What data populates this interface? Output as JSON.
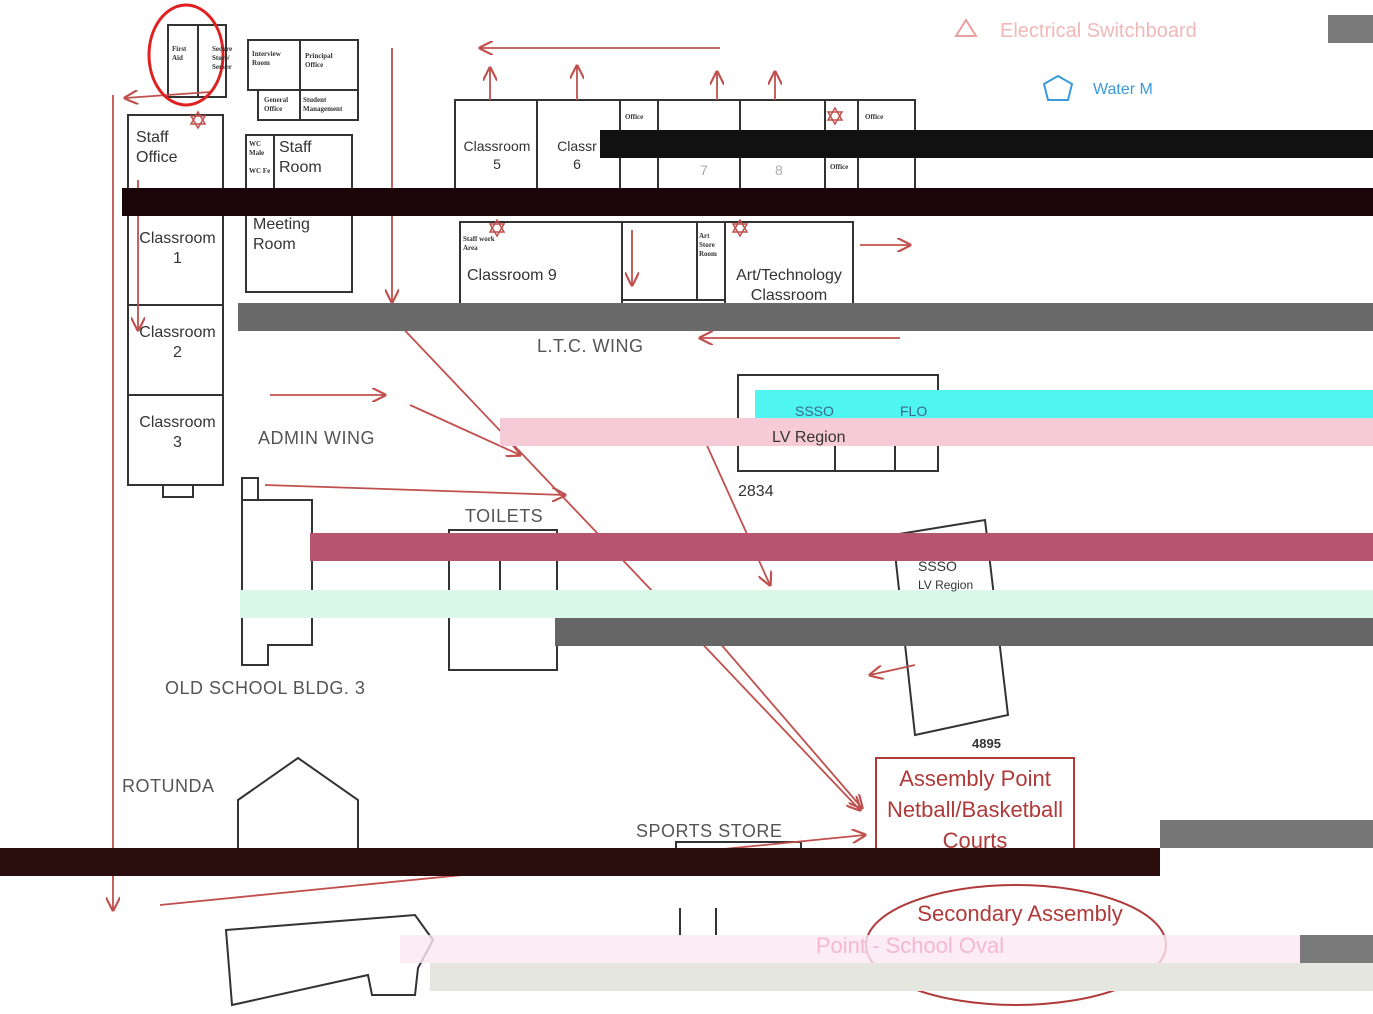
{
  "legend": {
    "electrical": {
      "label": "Electrical Switchboard",
      "color": "#e8a0a0"
    },
    "water": {
      "label": "Water M",
      "color": "#3a9ad9"
    }
  },
  "colors": {
    "route": "#c0504d",
    "wall": "#333333",
    "first_aid_circle": "#e02020",
    "assembly_red": "#b03a3a"
  },
  "rooms": {
    "first_aid": "First Aid",
    "secure_store": "Secure Store/ Server",
    "interview": "Interview Room",
    "principal": "Principal Office",
    "general_office": "General Office",
    "student_mgmt": "Student Management",
    "staff_office": "Staff\nOffice",
    "wc_male": "WC Male",
    "wc_fe": "WC Fe",
    "staff_room": "Staff\nRoom",
    "meeting_room": "Meeting\nRoom",
    "classroom1": "Classroom\n1",
    "classroom2": "Classroom\n2",
    "classroom3": "Classroom\n3",
    "classroom5": "Classroom\n5",
    "classroom6": "Classr\n6",
    "classroom7": "7",
    "classroom8": "8",
    "office1": "Office",
    "office2": "Office",
    "office3": "Office",
    "staff_work": "Staff work Area",
    "classroom9": "Classroom 9",
    "art_store": "Art Store Room",
    "art_tech": "Art/Technology\nClassroom",
    "ssso_top": "SSSO",
    "flo": "FLO",
    "lv_region": "LV Region",
    "ssso_2": "SSSO",
    "lv_region_2": "LV Region",
    "n2834": "2834",
    "n4895": "4895"
  },
  "wings": {
    "ltc": "L.T.C. WING",
    "admin": "ADMIN WING",
    "toilets": "TOILETS",
    "old_school": "OLD SCHOOL BLDG. 3",
    "rotunda": "ROTUNDA",
    "sports_store": "SPORTS STORE"
  },
  "assembly": {
    "primary": "Assembly Point\nNetball/Basketball\nCourts",
    "secondary_line1": "Secondary Assembly",
    "secondary_line2": "Point - School Oval"
  }
}
